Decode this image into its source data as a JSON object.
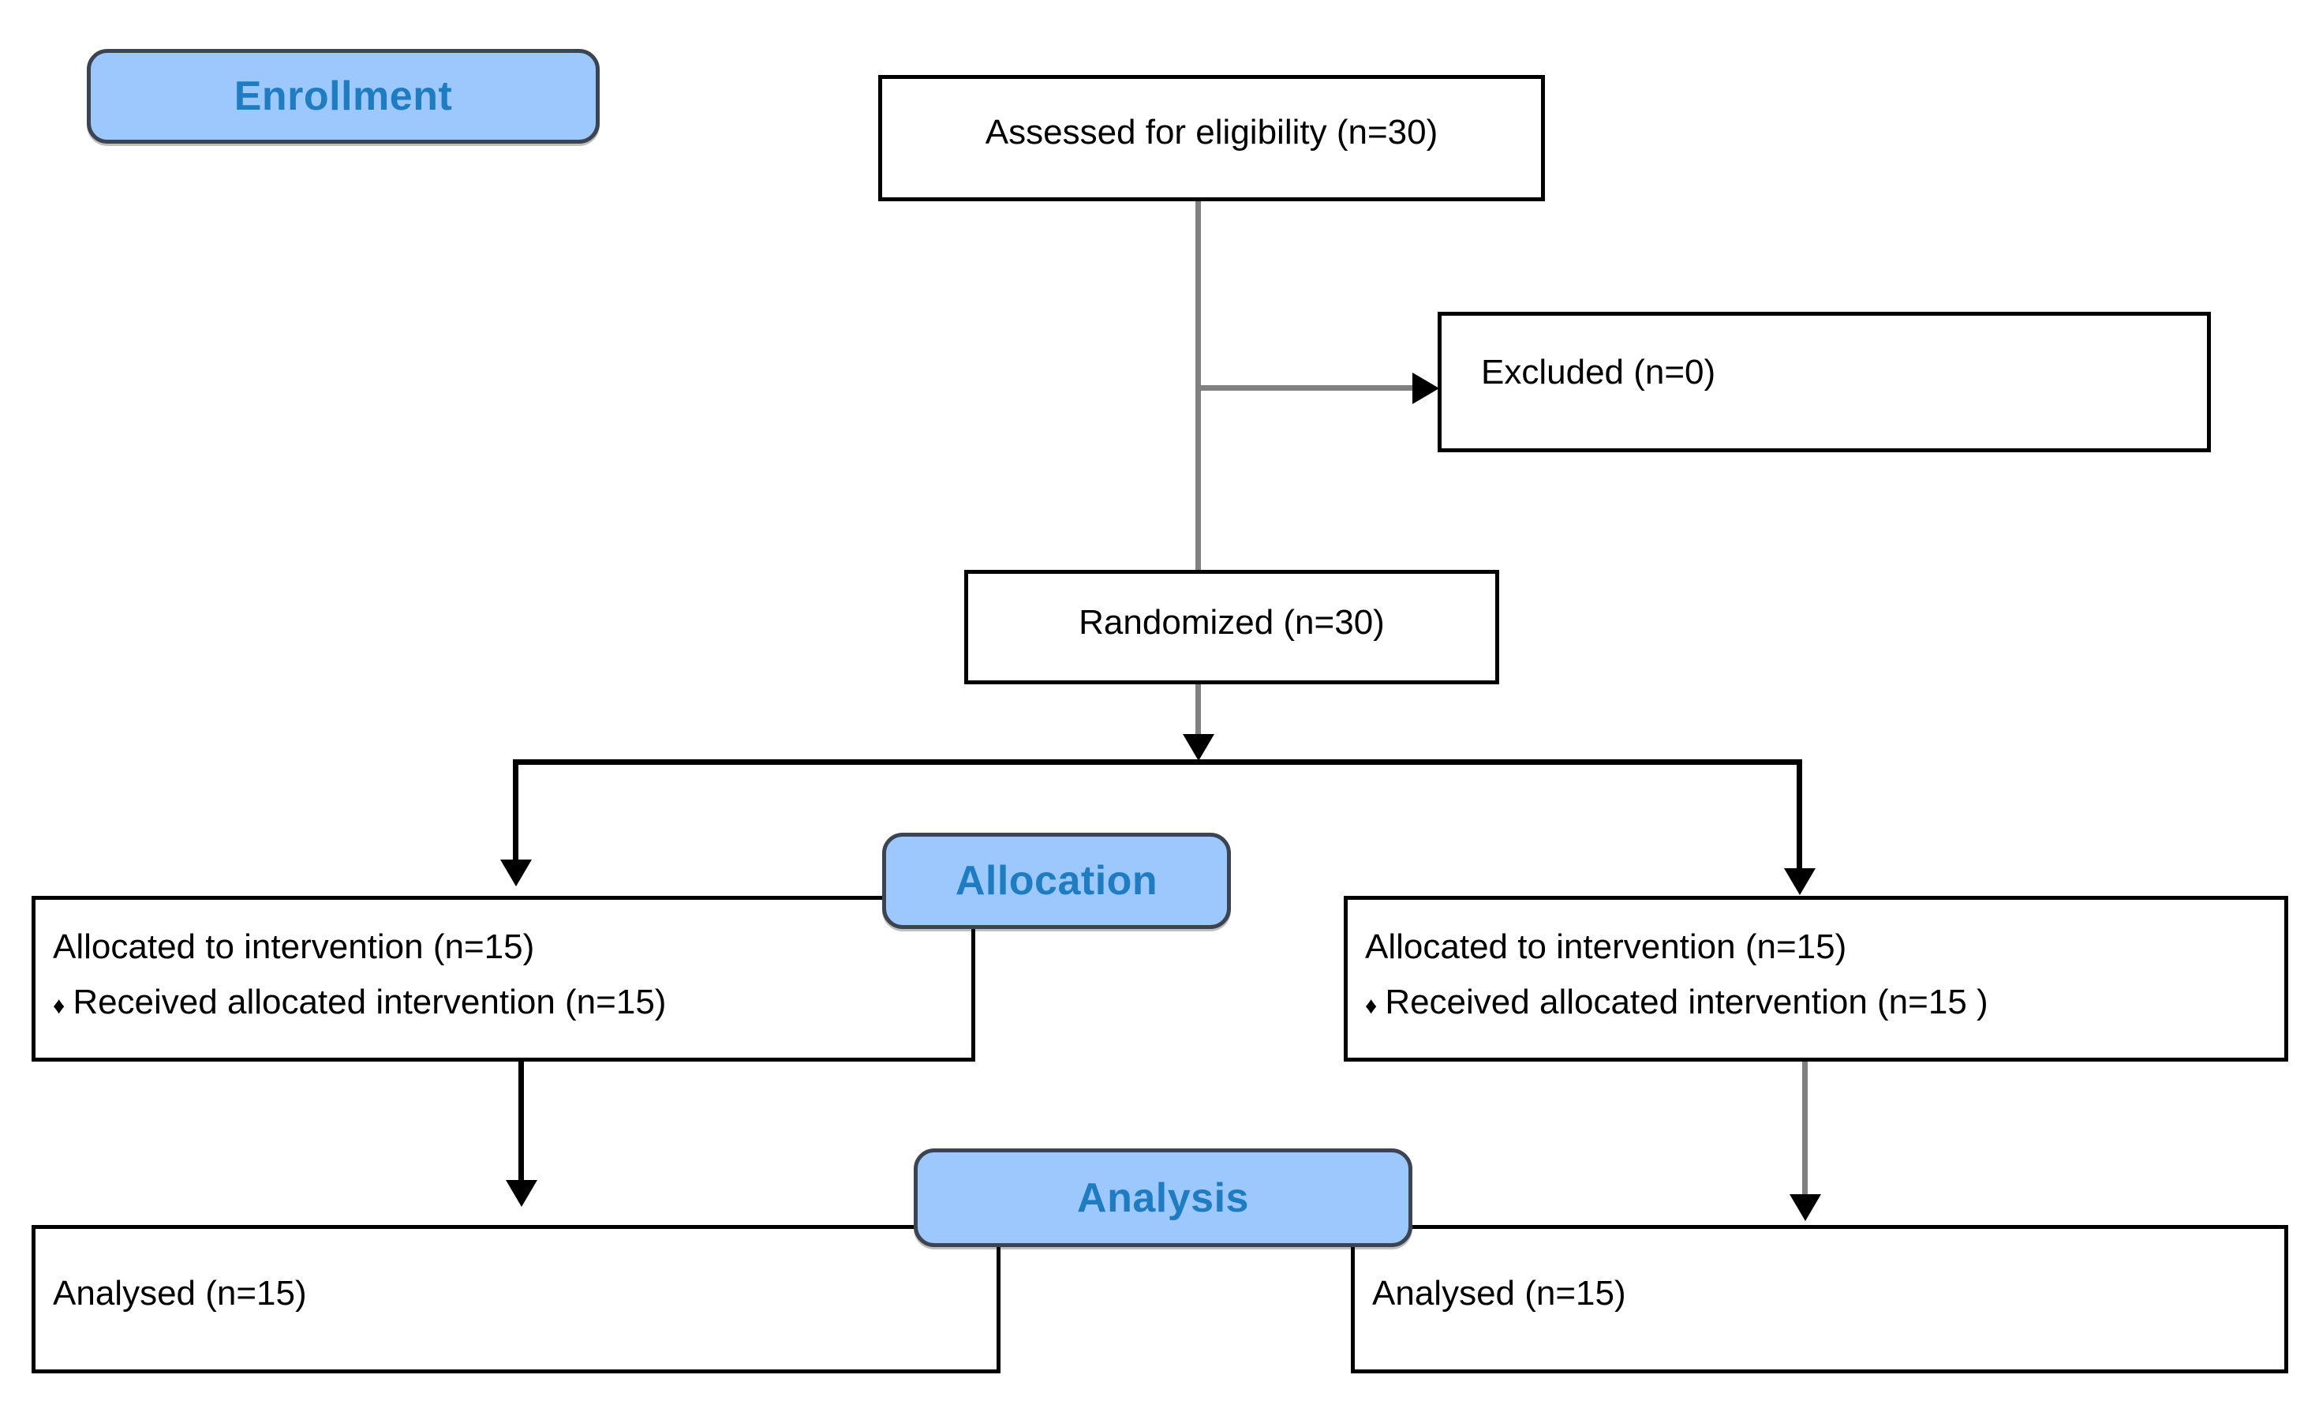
{
  "diagram": {
    "title": "CONSORT participant flow diagram",
    "colors": {
      "banner_fill": "#9CC8FD",
      "banner_border": "#3B4450",
      "banner_text": "#1F7CC0",
      "box_border": "#000000",
      "box_text": "#000000",
      "connector_gray": "#808080",
      "connector_black": "#000000",
      "background": "#FFFFFF"
    },
    "stage_banners": [
      {
        "id": "enrollment",
        "label": "Enrollment"
      },
      {
        "id": "allocation",
        "label": "Allocation"
      },
      {
        "id": "analysis",
        "label": "Analysis"
      }
    ],
    "nodes": {
      "assessed": {
        "label": "Assessed for eligibility (n=30)",
        "n": 30
      },
      "excluded": {
        "label": "Excluded (n=0)",
        "n": 0
      },
      "randomized": {
        "label": "Randomized (n=30)",
        "n": 30
      },
      "allocated_left": {
        "line1": "Allocated to intervention (n=15)",
        "bullet": "♦",
        "line2": "Received allocated intervention (n=15)",
        "n": 15
      },
      "allocated_right": {
        "line1": "Allocated to intervention (n=15)",
        "bullet": "♦",
        "line2": "Received allocated intervention (n=15 )",
        "n": 15
      },
      "analysed_left": {
        "label": "Analysed (n=15)",
        "n": 15
      },
      "analysed_right": {
        "label": "Analysed (n=15)",
        "n": 15
      }
    },
    "edges": [
      {
        "from": "assessed",
        "to": "randomized",
        "style": "gray-line"
      },
      {
        "from": "assessed",
        "to": "excluded",
        "style": "gray-arrow-right"
      },
      {
        "from": "randomized",
        "to": "split-bar",
        "style": "gray-arrow-down"
      },
      {
        "from": "split-bar",
        "to": "allocated_left",
        "style": "black-arrow-down"
      },
      {
        "from": "split-bar",
        "to": "allocated_right",
        "style": "black-arrow-down"
      },
      {
        "from": "allocated_left",
        "to": "analysed_left",
        "style": "black-arrow-down"
      },
      {
        "from": "allocated_right",
        "to": "analysed_right",
        "style": "gray-arrow-down"
      }
    ]
  }
}
